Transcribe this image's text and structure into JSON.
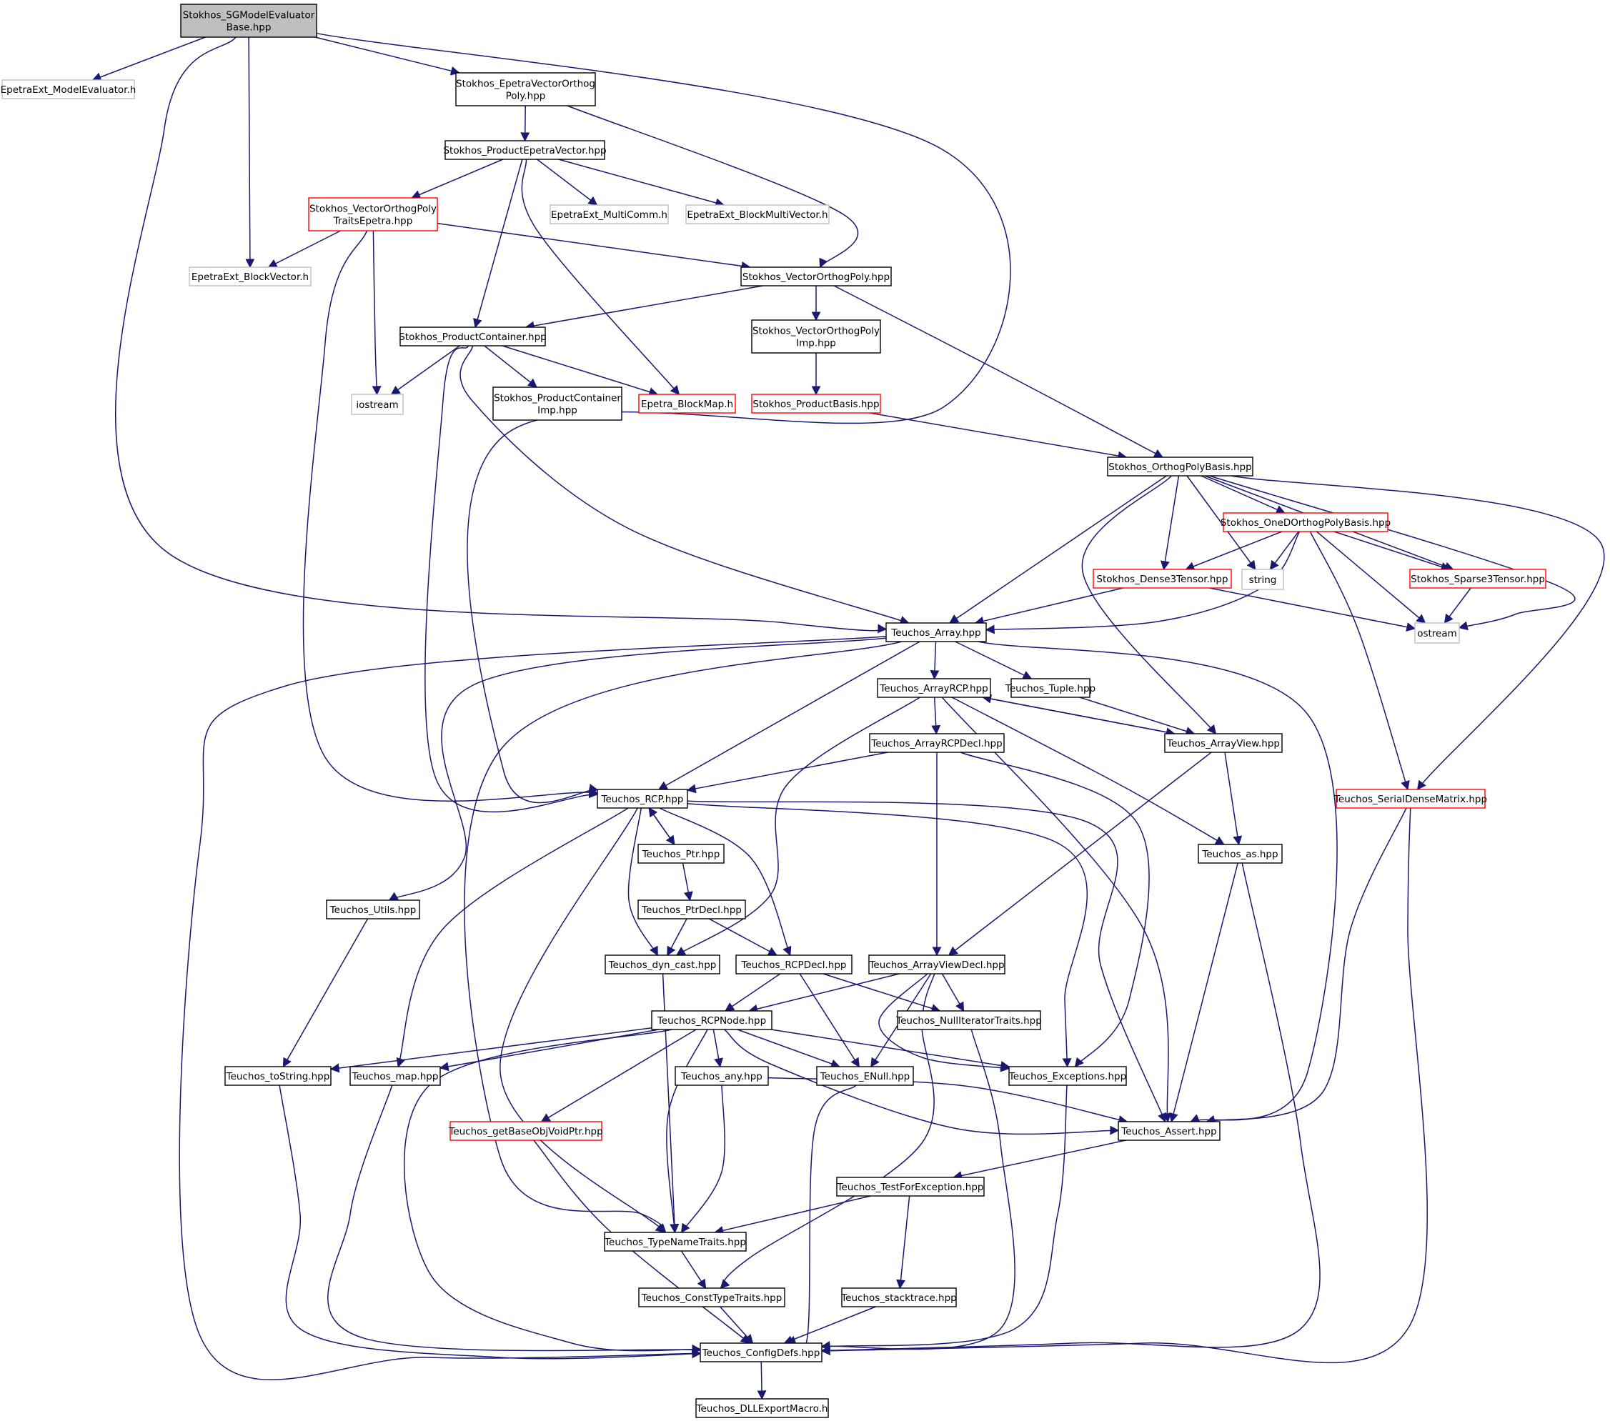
{
  "colors": {
    "edge": "#191970",
    "border_local": "#000000",
    "border_external": "#bfbfbf",
    "border_truncated": "#ff0000",
    "root_fill": "#bfbfbf",
    "node_fill": "#ffffff"
  },
  "nodes": [
    {
      "id": "root",
      "lines": [
        "Stokhos_SGModelEvaluator",
        "Base.hpp"
      ],
      "style": "root"
    },
    {
      "id": "epmodeval",
      "lines": [
        "EpetraExt_ModelEvaluator.h"
      ],
      "style": "external"
    },
    {
      "id": "evop",
      "lines": [
        "Stokhos_EpetraVectorOrthog",
        "Poly.hpp"
      ],
      "style": "local"
    },
    {
      "id": "pev",
      "lines": [
        "Stokhos_ProductEpetraVector.hpp"
      ],
      "style": "local"
    },
    {
      "id": "vopte",
      "lines": [
        "Stokhos_VectorOrthogPoly",
        "TraitsEpetra.hpp"
      ],
      "style": "truncated"
    },
    {
      "id": "mcomm",
      "lines": [
        "EpetraExt_MultiComm.h"
      ],
      "style": "external"
    },
    {
      "id": "bmv",
      "lines": [
        "EpetraExt_BlockMultiVector.h"
      ],
      "style": "external"
    },
    {
      "id": "bvec",
      "lines": [
        "EpetraExt_BlockVector.h"
      ],
      "style": "external"
    },
    {
      "id": "vop",
      "lines": [
        "Stokhos_VectorOrthogPoly.hpp"
      ],
      "style": "local"
    },
    {
      "id": "pc",
      "lines": [
        "Stokhos_ProductContainer.hpp"
      ],
      "style": "local"
    },
    {
      "id": "vopimp",
      "lines": [
        "Stokhos_VectorOrthogPoly",
        "Imp.hpp"
      ],
      "style": "local"
    },
    {
      "id": "iostream",
      "lines": [
        "iostream"
      ],
      "style": "external"
    },
    {
      "id": "pcimp",
      "lines": [
        "Stokhos_ProductContainer",
        "Imp.hpp"
      ],
      "style": "local"
    },
    {
      "id": "blockmap",
      "lines": [
        "Epetra_BlockMap.h"
      ],
      "style": "truncated"
    },
    {
      "id": "pbasis",
      "lines": [
        "Stokhos_ProductBasis.hpp"
      ],
      "style": "truncated"
    },
    {
      "id": "opb",
      "lines": [
        "Stokhos_OrthogPolyBasis.hpp"
      ],
      "style": "local"
    },
    {
      "id": "oneopb",
      "lines": [
        "Stokhos_OneDOrthogPolyBasis.hpp"
      ],
      "style": "truncated"
    },
    {
      "id": "d3t",
      "lines": [
        "Stokhos_Dense3Tensor.hpp"
      ],
      "style": "truncated"
    },
    {
      "id": "string",
      "lines": [
        "string"
      ],
      "style": "external"
    },
    {
      "id": "s3t",
      "lines": [
        "Stokhos_Sparse3Tensor.hpp"
      ],
      "style": "truncated"
    },
    {
      "id": "array",
      "lines": [
        "Teuchos_Array.hpp"
      ],
      "style": "local"
    },
    {
      "id": "ostream",
      "lines": [
        "ostream"
      ],
      "style": "external"
    },
    {
      "id": "arcp",
      "lines": [
        "Teuchos_ArrayRCP.hpp"
      ],
      "style": "local"
    },
    {
      "id": "tuple",
      "lines": [
        "Teuchos_Tuple.hpp"
      ],
      "style": "local"
    },
    {
      "id": "arcpdecl",
      "lines": [
        "Teuchos_ArrayRCPDecl.hpp"
      ],
      "style": "local"
    },
    {
      "id": "aview",
      "lines": [
        "Teuchos_ArrayView.hpp"
      ],
      "style": "local"
    },
    {
      "id": "rcp",
      "lines": [
        "Teuchos_RCP.hpp"
      ],
      "style": "local"
    },
    {
      "id": "sdm",
      "lines": [
        "Teuchos_SerialDenseMatrix.hpp"
      ],
      "style": "truncated"
    },
    {
      "id": "ptr",
      "lines": [
        "Teuchos_Ptr.hpp"
      ],
      "style": "local"
    },
    {
      "id": "as",
      "lines": [
        "Teuchos_as.hpp"
      ],
      "style": "local"
    },
    {
      "id": "utils",
      "lines": [
        "Teuchos_Utils.hpp"
      ],
      "style": "local"
    },
    {
      "id": "ptrdecl",
      "lines": [
        "Teuchos_PtrDecl.hpp"
      ],
      "style": "local"
    },
    {
      "id": "dyncast",
      "lines": [
        "Teuchos_dyn_cast.hpp"
      ],
      "style": "local"
    },
    {
      "id": "rcpdecl",
      "lines": [
        "Teuchos_RCPDecl.hpp"
      ],
      "style": "local"
    },
    {
      "id": "aviewdecl",
      "lines": [
        "Teuchos_ArrayViewDecl.hpp"
      ],
      "style": "local"
    },
    {
      "id": "rcpnode",
      "lines": [
        "Teuchos_RCPNode.hpp"
      ],
      "style": "local"
    },
    {
      "id": "nullit",
      "lines": [
        "Teuchos_NullIteratorTraits.hpp"
      ],
      "style": "local"
    },
    {
      "id": "tostring",
      "lines": [
        "Teuchos_toString.hpp"
      ],
      "style": "local"
    },
    {
      "id": "map",
      "lines": [
        "Teuchos_map.hpp"
      ],
      "style": "local"
    },
    {
      "id": "any",
      "lines": [
        "Teuchos_any.hpp"
      ],
      "style": "local"
    },
    {
      "id": "enull",
      "lines": [
        "Teuchos_ENull.hpp"
      ],
      "style": "local"
    },
    {
      "id": "exc",
      "lines": [
        "Teuchos_Exceptions.hpp"
      ],
      "style": "local"
    },
    {
      "id": "getbase",
      "lines": [
        "Teuchos_getBaseObjVoidPtr.hpp"
      ],
      "style": "truncated"
    },
    {
      "id": "assert",
      "lines": [
        "Teuchos_Assert.hpp"
      ],
      "style": "local"
    },
    {
      "id": "tfe",
      "lines": [
        "Teuchos_TestForException.hpp"
      ],
      "style": "local"
    },
    {
      "id": "tnt",
      "lines": [
        "Teuchos_TypeNameTraits.hpp"
      ],
      "style": "local"
    },
    {
      "id": "ctt",
      "lines": [
        "Teuchos_ConstTypeTraits.hpp"
      ],
      "style": "local"
    },
    {
      "id": "stacktrace",
      "lines": [
        "Teuchos_stacktrace.hpp"
      ],
      "style": "local"
    },
    {
      "id": "config",
      "lines": [
        "Teuchos_ConfigDefs.hpp"
      ],
      "style": "local"
    },
    {
      "id": "dll",
      "lines": [
        "Teuchos_DLLExportMacro.h"
      ],
      "style": "local"
    }
  ],
  "edges": [
    [
      "root",
      "epmodeval"
    ],
    [
      "root",
      "evop"
    ],
    [
      "root",
      "bvec"
    ],
    [
      "root",
      "array"
    ],
    [
      "root",
      "rcp"
    ],
    [
      "evop",
      "pev"
    ],
    [
      "evop",
      "vop"
    ],
    [
      "pev",
      "vopte"
    ],
    [
      "pev",
      "mcomm"
    ],
    [
      "pev",
      "bmv"
    ],
    [
      "pev",
      "pc"
    ],
    [
      "pev",
      "blockmap"
    ],
    [
      "vopte",
      "bvec"
    ],
    [
      "vopte",
      "vop"
    ],
    [
      "vopte",
      "iostream"
    ],
    [
      "vopte",
      "rcp"
    ],
    [
      "vop",
      "pc"
    ],
    [
      "vop",
      "vopimp"
    ],
    [
      "vop",
      "opb"
    ],
    [
      "vopimp",
      "pbasis"
    ],
    [
      "pbasis",
      "opb"
    ],
    [
      "pc",
      "iostream"
    ],
    [
      "pc",
      "pcimp"
    ],
    [
      "pc",
      "blockmap"
    ],
    [
      "pc",
      "array"
    ],
    [
      "pc",
      "rcp"
    ],
    [
      "opb",
      "array"
    ],
    [
      "opb",
      "d3t"
    ],
    [
      "opb",
      "string"
    ],
    [
      "opb",
      "oneopb"
    ],
    [
      "opb",
      "s3t"
    ],
    [
      "opb",
      "ostream"
    ],
    [
      "opb",
      "aview"
    ],
    [
      "opb",
      "sdm"
    ],
    [
      "oneopb",
      "d3t"
    ],
    [
      "oneopb",
      "string"
    ],
    [
      "oneopb",
      "s3t"
    ],
    [
      "oneopb",
      "ostream"
    ],
    [
      "oneopb",
      "array"
    ],
    [
      "oneopb",
      "sdm"
    ],
    [
      "d3t",
      "array"
    ],
    [
      "d3t",
      "ostream"
    ],
    [
      "s3t",
      "ostream"
    ],
    [
      "array",
      "arcp"
    ],
    [
      "array",
      "tuple"
    ],
    [
      "array",
      "utils"
    ],
    [
      "array",
      "rcp"
    ],
    [
      "array",
      "assert"
    ],
    [
      "array",
      "tnt"
    ],
    [
      "array",
      "config"
    ],
    [
      "arcp",
      "arcpdecl"
    ],
    [
      "arcp",
      "aview"
    ],
    [
      "arcp",
      "dyncast"
    ],
    [
      "arcp",
      "assert"
    ],
    [
      "arcp",
      "as"
    ],
    [
      "tuple",
      "aview"
    ],
    [
      "aview",
      "arcp"
    ],
    [
      "aview",
      "aviewdecl"
    ],
    [
      "aview",
      "as"
    ],
    [
      "arcpdecl",
      "rcp"
    ],
    [
      "arcpdecl",
      "aviewdecl"
    ],
    [
      "arcpdecl",
      "exc"
    ],
    [
      "rcp",
      "ptr"
    ],
    [
      "rcp",
      "dyncast"
    ],
    [
      "rcp",
      "rcpdecl"
    ],
    [
      "rcp",
      "map"
    ],
    [
      "rcp",
      "tnt"
    ],
    [
      "rcp",
      "exc"
    ],
    [
      "rcp",
      "assert"
    ],
    [
      "ptr",
      "rcp"
    ],
    [
      "ptr",
      "ptrdecl"
    ],
    [
      "ptrdecl",
      "dyncast"
    ],
    [
      "ptrdecl",
      "rcpdecl"
    ],
    [
      "rcpdecl",
      "rcpnode"
    ],
    [
      "rcpdecl",
      "nullit"
    ],
    [
      "rcpdecl",
      "enull"
    ],
    [
      "aviewdecl",
      "rcpnode"
    ],
    [
      "aviewdecl",
      "nullit"
    ],
    [
      "aviewdecl",
      "enull"
    ],
    [
      "aviewdecl",
      "exc"
    ],
    [
      "aviewdecl",
      "ctt"
    ],
    [
      "rcpnode",
      "tostring"
    ],
    [
      "rcpnode",
      "map"
    ],
    [
      "rcpnode",
      "any"
    ],
    [
      "rcpnode",
      "enull"
    ],
    [
      "rcpnode",
      "exc"
    ],
    [
      "rcpnode",
      "getbase"
    ],
    [
      "rcpnode",
      "tnt"
    ],
    [
      "rcpnode",
      "assert"
    ],
    [
      "rcpnode",
      "config"
    ],
    [
      "dyncast",
      "tnt"
    ],
    [
      "utils",
      "tostring"
    ],
    [
      "tostring",
      "config"
    ],
    [
      "map",
      "config"
    ],
    [
      "any",
      "assert"
    ],
    [
      "any",
      "tnt"
    ],
    [
      "enull",
      "config"
    ],
    [
      "exc",
      "config"
    ],
    [
      "getbase",
      "config"
    ],
    [
      "as",
      "assert"
    ],
    [
      "as",
      "config"
    ],
    [
      "sdm",
      "assert"
    ],
    [
      "sdm",
      "config"
    ],
    [
      "nullit",
      "config"
    ],
    [
      "assert",
      "tfe"
    ],
    [
      "tfe",
      "tnt"
    ],
    [
      "tfe",
      "stacktrace"
    ],
    [
      "tnt",
      "ctt"
    ],
    [
      "ctt",
      "config"
    ],
    [
      "stacktrace",
      "config"
    ],
    [
      "config",
      "dll"
    ]
  ]
}
